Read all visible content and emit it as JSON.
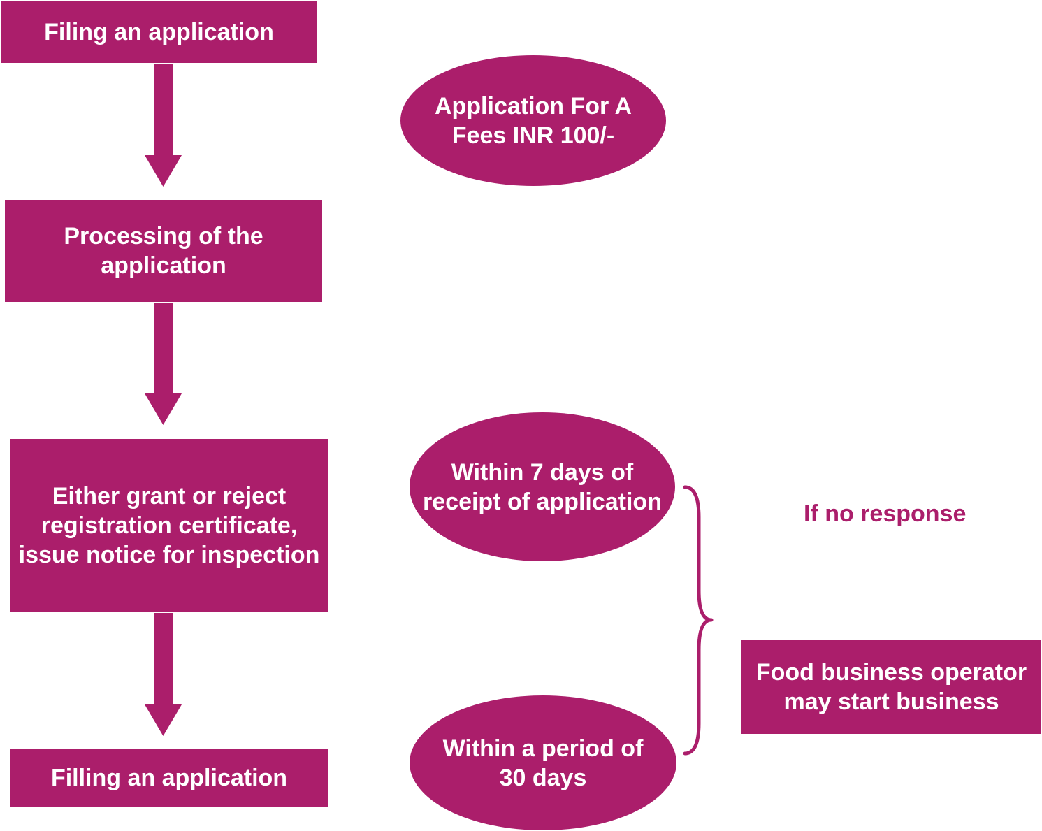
{
  "colors": {
    "accent": "#ab1e6b",
    "text_on_accent": "#ffffff",
    "background": "#ffffff"
  },
  "steps": [
    {
      "label": "Filing an application"
    },
    {
      "label": "Processing of the\napplication"
    },
    {
      "label": "Either grant or reject\nregistration certificate,\nissue notice for inspection"
    },
    {
      "label": "Filling an application"
    }
  ],
  "notes": {
    "fee": "Application For A\nFees INR 100/-",
    "within_7_days": "Within 7 days of\nreceipt of application",
    "within_30_days": "Within a period of\n30 days",
    "no_response": "If no response",
    "outcome": "Food business operator\nmay start business"
  }
}
